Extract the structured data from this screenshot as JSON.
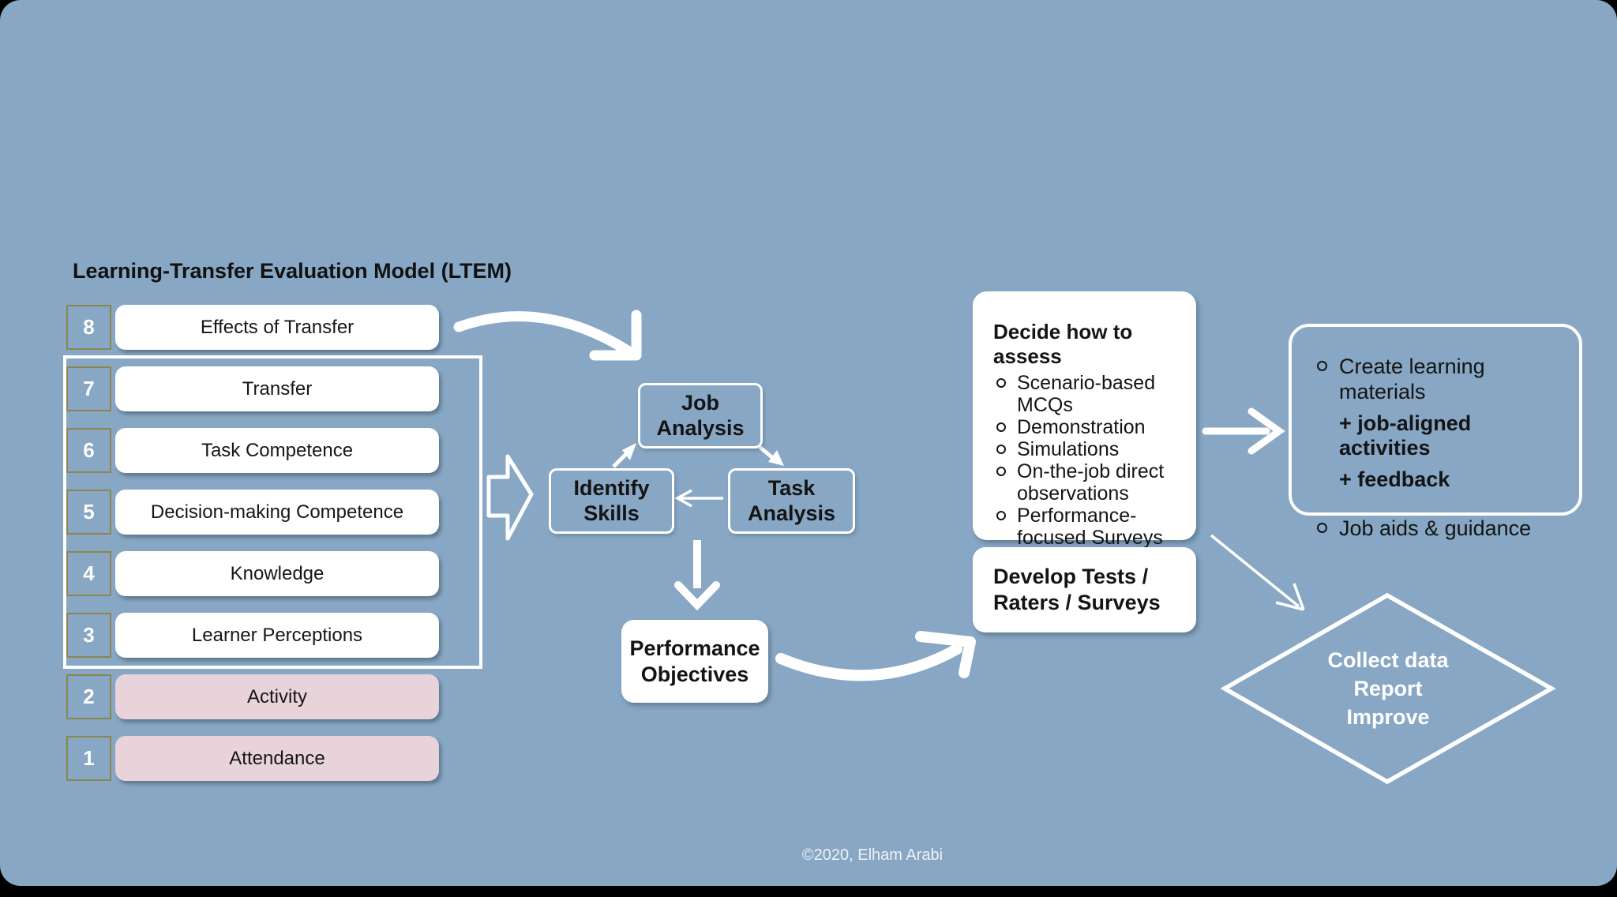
{
  "page": {
    "footer": "©2020, Elham Arabi",
    "colors": {
      "background_blue": "#87a7c4",
      "box_white": "#ffffff",
      "box_pink": "#e8d3da",
      "badge_border_olive": "#8c864e",
      "text_dark": "#141414",
      "arrow_white": "#ffffff"
    }
  },
  "ltem": {
    "title": "Learning-Transfer Evaluation Model (LTEM)",
    "rows": [
      {
        "number": "8",
        "label": "Effects of Transfer"
      },
      {
        "number": "7",
        "label": "Transfer"
      },
      {
        "number": "6",
        "label": "Task Competence"
      },
      {
        "number": "5",
        "label": "Decision-making Competence"
      },
      {
        "number": "4",
        "label": "Knowledge"
      },
      {
        "number": "3",
        "label": "Learner Perceptions"
      },
      {
        "number": "2",
        "label": "Activity"
      },
      {
        "number": "1",
        "label": "Attendance"
      }
    ]
  },
  "analysis": {
    "job": "Job Analysis",
    "identify": "Identify Skills",
    "task": "Task Analysis",
    "performance": "Performance Objectives"
  },
  "assess": {
    "title": "Decide how to assess",
    "items": [
      "Scenario-based MCQs",
      "Demonstration",
      "Simulations",
      "On-the-job direct observations",
      "Performance-focused Surveys"
    ]
  },
  "develop": {
    "label": "Develop Tests / Raters / Surveys"
  },
  "materials": {
    "line1": "Create learning materials",
    "line2": "+ job-aligned activities",
    "line3": "+ feedback",
    "line4": "Job aids & guidance"
  },
  "diamond": {
    "lines": [
      "Collect data",
      "Report",
      "Improve"
    ]
  }
}
